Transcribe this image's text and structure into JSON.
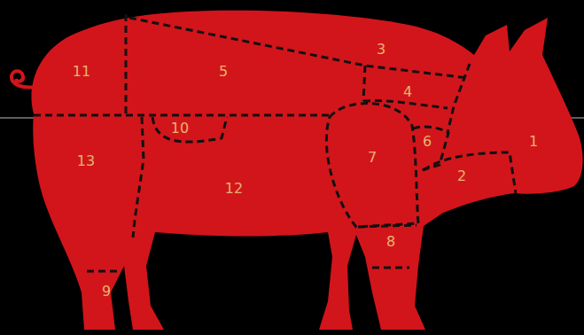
{
  "diagram": {
    "labels": [
      "11",
      "5",
      "3",
      "4",
      "10",
      "6",
      "1",
      "13",
      "12",
      "7",
      "2",
      "8",
      "9"
    ]
  }
}
